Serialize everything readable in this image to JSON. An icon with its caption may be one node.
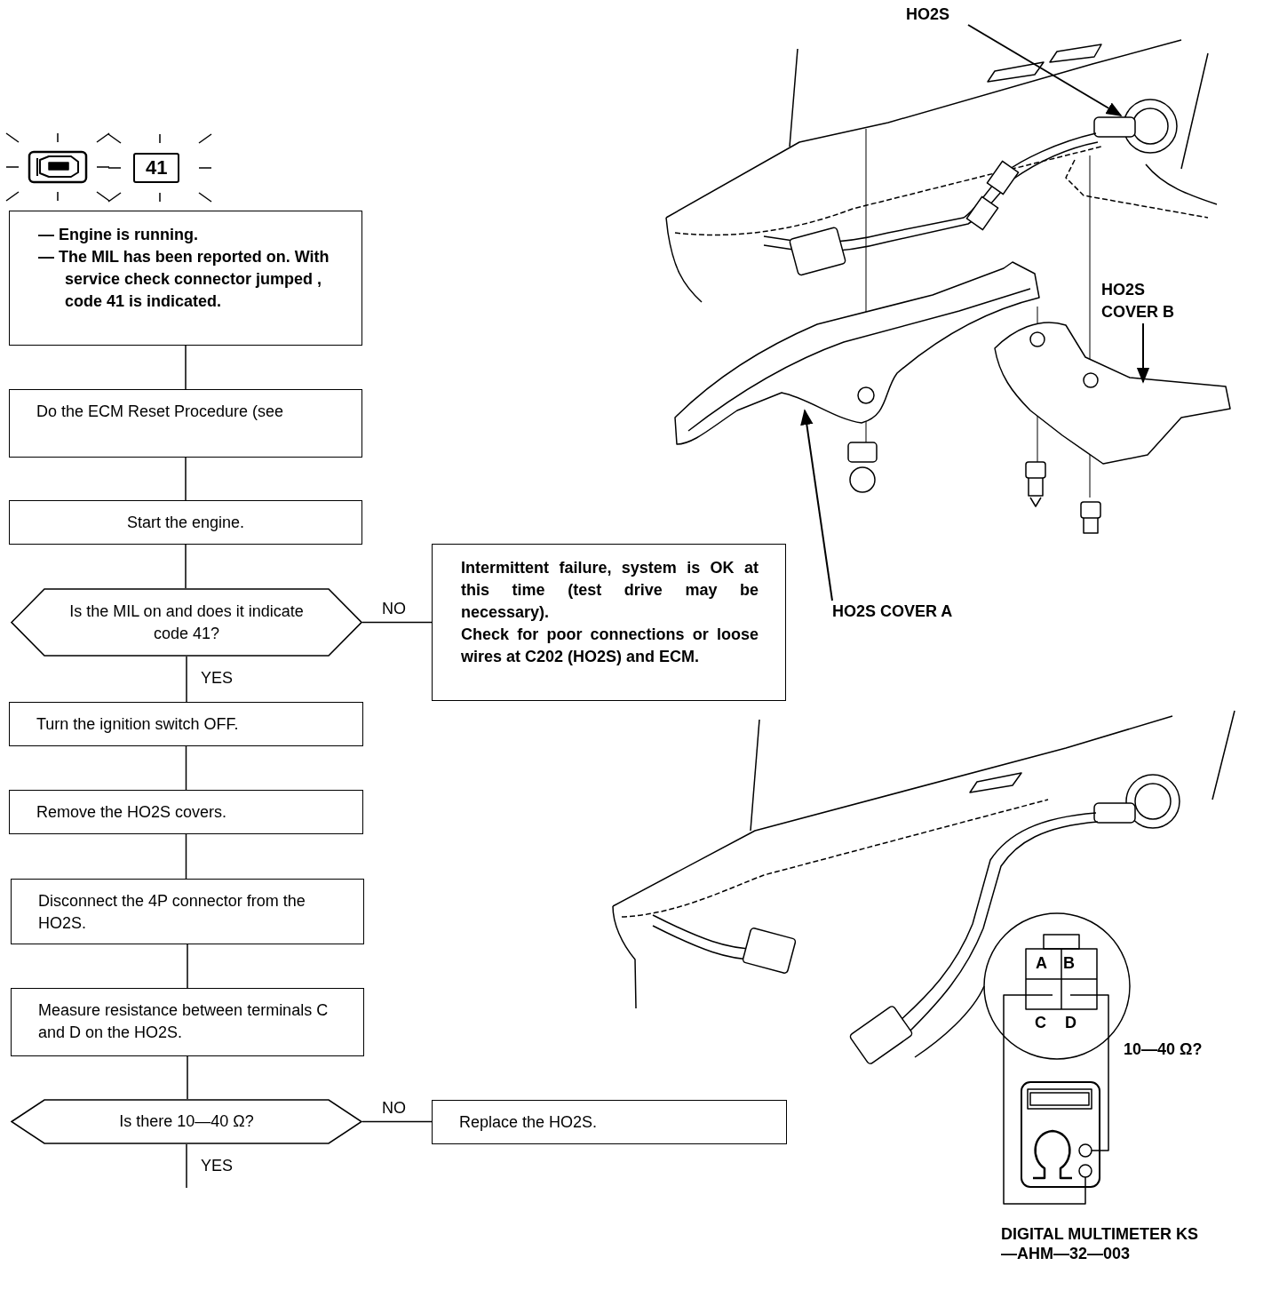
{
  "diagram": {
    "nodes": [
      {
        "text": [
          "— Engine is running.",
          "— The MIL has been reported on. With service check connector jumped , code 41 is indicated."
        ]
      },
      {
        "text": [
          "Do the ECM Reset Procedure (see"
        ]
      },
      {
        "text": [
          "Start the engine."
        ]
      },
      {
        "text": [
          "Is the MIL on and does it indicate code 41?"
        ]
      },
      {
        "text": [
          "Intermittent failure, system is OK at this time (test drive may be necessary).",
          "Check for poor connections or loose wires at C202 (HO2S) and ECM."
        ]
      },
      {
        "text": [
          "Turn the ignition switch OFF."
        ]
      },
      {
        "text": [
          "Remove the HO2S covers."
        ]
      },
      {
        "text": [
          "Disconnect the 4P connector from the HO2S."
        ]
      },
      {
        "text": [
          "Measure resistance between terminals C and D on the HO2S."
        ]
      },
      {
        "text": [
          "Is there 10—40 Ω?"
        ]
      },
      {
        "text": [
          "Replace the HO2S."
        ]
      },
      {
        "text": [
          "HO2S"
        ]
      },
      {
        "text": [
          "HO2S COVER B"
        ]
      },
      {
        "text": [
          "HO2S COVER A"
        ]
      }
    ],
    "edges": [
      {
        "from": 0,
        "to": 1,
        "arrow": "none"
      },
      {
        "from": 1,
        "to": 2,
        "arrow": "none"
      },
      {
        "from": 2,
        "to": 3,
        "arrow": "none"
      },
      {
        "from": 3,
        "to": 4,
        "arrow": "none",
        "label": "NO"
      },
      {
        "from": 3,
        "to": 5,
        "arrow": "none",
        "label": "YES"
      },
      {
        "from": 5,
        "to": 6,
        "arrow": "none"
      },
      {
        "from": 6,
        "to": 7,
        "arrow": "none"
      },
      {
        "from": 7,
        "to": 8,
        "arrow": "none"
      },
      {
        "from": 8,
        "to": 9,
        "arrow": "none"
      },
      {
        "from": 9,
        "to": 10,
        "arrow": "none",
        "label": "NO"
      },
      {
        "from": 9,
        "to": null,
        "arrow": "none",
        "label": "YES"
      },
      {
        "from": 11,
        "to": null,
        "arrow": "to"
      },
      {
        "from": 12,
        "to": null,
        "arrow": "to"
      },
      {
        "from": 13,
        "to": null,
        "arrow": "to"
      }
    ],
    "labels": [
      "41",
      "A",
      "B",
      "C",
      "D",
      "10—40 Ω?",
      "DIGITAL MULTIMETER KS—AHM—32—003"
    ]
  }
}
